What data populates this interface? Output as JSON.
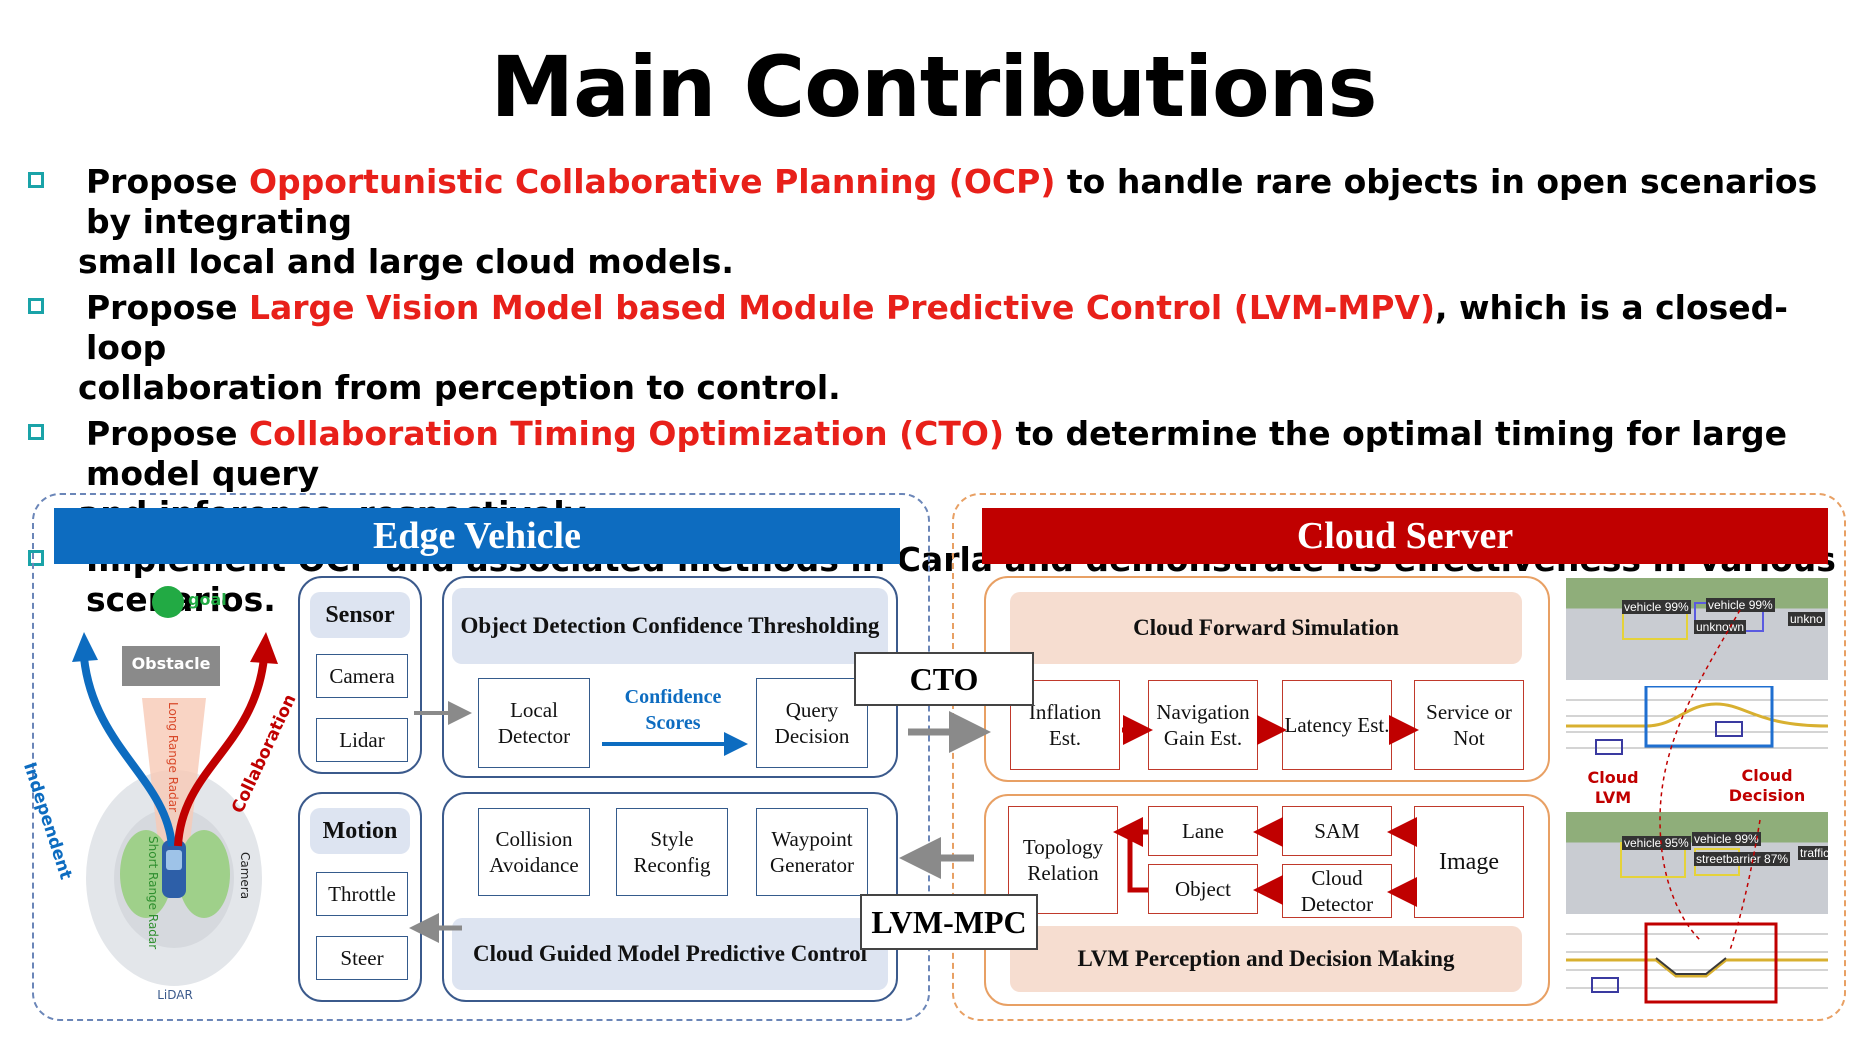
{
  "slide": {
    "title": "Main Contributions",
    "bullets": [
      {
        "pre": "Propose ",
        "highlight": "Opportunistic Collaborative Planning (OCP)",
        "post": " to handle rare objects in open scenarios by integrating",
        "line2": "small local and large cloud models."
      },
      {
        "pre": "Propose ",
        "highlight": "Large Vision Model based Module Predictive Control (LVM-MPV)",
        "post": ", which is a closed-loop",
        "line2": "collaboration from perception to control."
      },
      {
        "pre": "Propose ",
        "highlight": "Collaboration Timing Optimization (CTO)",
        "post": " to determine the optimal timing for large model query",
        "line2": "and inference, respectively."
      },
      {
        "pre": "Implement OCP and associated methods in Carla and demonstrate its effectiveness in various scenarios.",
        "highlight": "",
        "post": "",
        "line2": ""
      }
    ],
    "colors": {
      "highlight": "#e8201a",
      "bullet_marker": "#1aa3a8",
      "edge_banner": "#0d6cc0",
      "cloud_banner": "#c00000"
    }
  },
  "diagram": {
    "edge": {
      "banner": "Edge Vehicle",
      "car_illustration": {
        "goal": "goal",
        "obstacle": "Obstacle",
        "independent": "Independent",
        "collaboration": "Collaboration",
        "long_range_radar": "Long Range Radar",
        "short_range_radar": "Short Range Radar",
        "camera": "Camera",
        "lidar": "LiDAR"
      },
      "sensor": {
        "title": "Sensor",
        "items": [
          "Camera",
          "Lidar"
        ]
      },
      "motion": {
        "title": "Motion",
        "items": [
          "Throttle",
          "Steer"
        ]
      },
      "detection": {
        "title": "Object Detection Confidence Thresholding",
        "local_detector": "Local Detector",
        "confidence_scores": "Confidence Scores",
        "query_decision": "Query Decision"
      },
      "control": {
        "title": "Cloud Guided Model Predictive Control",
        "items": [
          "Collision Avoidance",
          "Style Reconfig",
          "Waypoint Generator"
        ]
      }
    },
    "labels": {
      "cto": "CTO",
      "lvm_mpc": "LVM-MPC"
    },
    "cloud": {
      "banner": "Cloud Server",
      "simulation": {
        "title": "Cloud Forward Simulation",
        "items": [
          "Inflation Est.",
          "Navigation Gain Est.",
          "Latency Est.",
          "Service or Not"
        ]
      },
      "perception": {
        "title": "LVM Perception and Decision Making",
        "topology": "Topology Relation",
        "lane": "Lane",
        "object": "Object",
        "sam": "SAM",
        "cloud_detector": "Cloud Detector",
        "image": "Image"
      },
      "side_images": {
        "cloud_lvm": "Cloud LVM",
        "cloud_decision": "Cloud Decision",
        "top_tags": [
          "vehicle 99%",
          "vehicle 99%",
          "unknown",
          "unkno"
        ],
        "bottom_tags": [
          "vehicle 95%",
          "vehicle 99%",
          "streetbarrier 87%",
          "traffic"
        ]
      }
    }
  }
}
